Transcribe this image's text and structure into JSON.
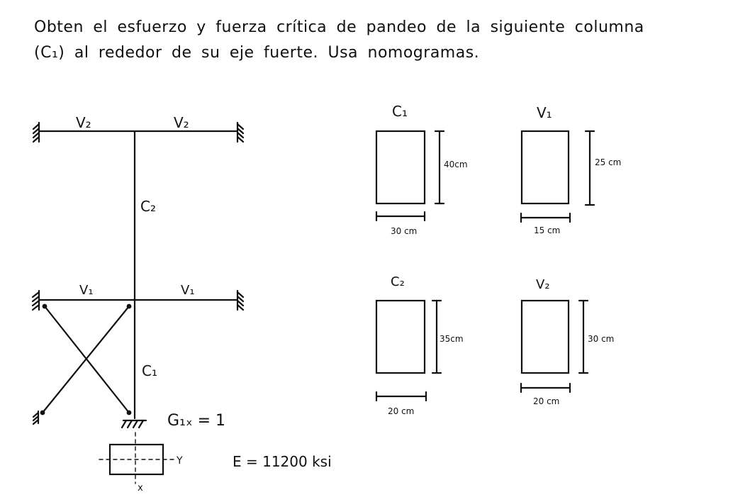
{
  "problem": {
    "line1": "Obten el esfuerzo y fuerza crítica de pandeo de la siguiente columna",
    "line2": "(C₁) al rededor de su eje fuerte. Usa nomogramas."
  },
  "frame": {
    "top_beam_left_label": "V₂",
    "top_beam_right_label": "V₂",
    "upper_column_label": "C₂",
    "mid_beam_left_label": "V₁",
    "mid_beam_right_label": "V₁",
    "lower_column_label": "C₁",
    "base_condition": "G₁ₓ = 1"
  },
  "cross_section": {
    "y_axis_label": "Y",
    "x_axis_label": "x"
  },
  "modulus": "E = 11200 ksi",
  "sections": [
    {
      "name": "C₁",
      "height": "40cm",
      "width": "30 cm"
    },
    {
      "name": "V₁",
      "height": "25 cm",
      "width": "15 cm"
    },
    {
      "name": "C₂",
      "height": "35cm",
      "width": "20 cm"
    },
    {
      "name": "V₂",
      "height": "30 cm",
      "width": "20 cm"
    }
  ],
  "colors": {
    "ink": "#111111",
    "background": "#ffffff"
  }
}
